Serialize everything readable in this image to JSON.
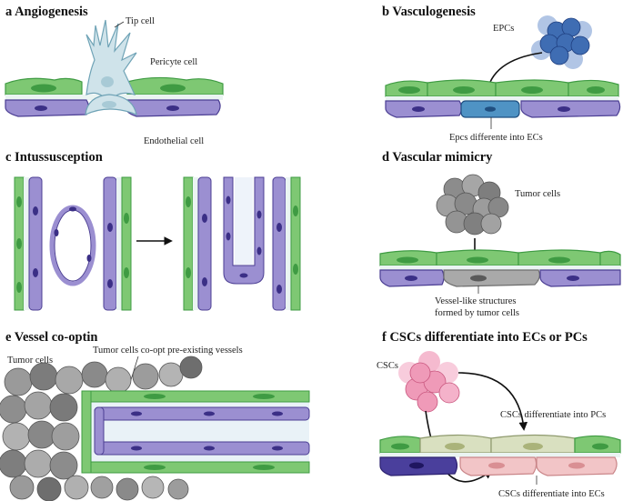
{
  "panels": {
    "a": {
      "title": "a Angiogenesis",
      "labels": {
        "tip_cell": "Tip cell",
        "pericyte_cell": "Pericyte cell",
        "endothelial_cell": "Endothelial cell"
      }
    },
    "b": {
      "title": "b Vasculogenesis",
      "labels": {
        "epcs": "EPCs",
        "differentiate": "Epcs differente into ECs"
      }
    },
    "c": {
      "title": "c Intussusception"
    },
    "d": {
      "title": "d Vascular mimicry",
      "labels": {
        "tumor_cells": "Tumor cells",
        "vessel_like_1": "Vessel-like structures",
        "vessel_like_2": "formed by tumor cells"
      }
    },
    "e": {
      "title": "e Vessel co-optin",
      "labels": {
        "tumor_cells": "Tumor cells",
        "coopt": "Tumor cells co-opt pre-existing vessels"
      }
    },
    "f": {
      "title": "f CSCs differentiate into ECs or PCs",
      "labels": {
        "cscs": "CSCs",
        "into_pcs": "CSCs differentiate into PCs",
        "into_ecs": "CSCs differentiate into ECs"
      }
    }
  },
  "colors": {
    "pericyte_green": "#7ec873",
    "pericyte_green_dark": "#3f9b43",
    "endothelial_purple": "#9b8fd1",
    "endothelial_purple_dark": "#4b3e93",
    "nucleus_purple": "#3b2f86",
    "tip_cell_blue": "#cfe3ea",
    "epc_blue": "#3f6db3",
    "tumor_grey": "#9a9a9a",
    "csc_pink": "#ef9ab8",
    "pc_beige": "#d9e0c0",
    "ec_pink": "#f2c5c7",
    "lumen_light": "#e9f2f7"
  }
}
